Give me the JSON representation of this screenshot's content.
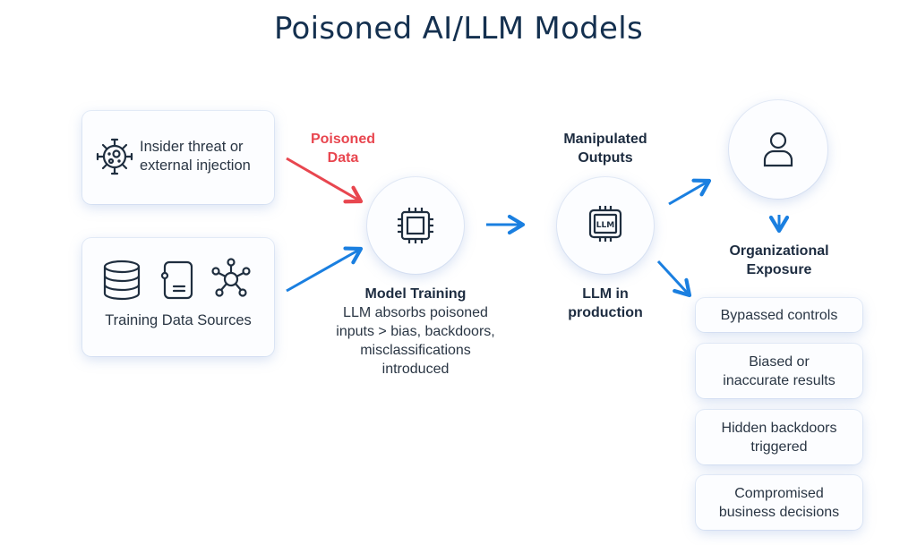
{
  "title": "Poisoned AI/LLM Models",
  "sources": {
    "insider": {
      "label_line1": "Insider threat or",
      "label_line2": "external injection",
      "icon": "virus-icon"
    },
    "training_data": {
      "label": "Training Data Sources",
      "icons": [
        "database-icon",
        "document-icon",
        "network-icon"
      ]
    }
  },
  "poisoned_data": {
    "line1": "Poisoned",
    "line2": "Data"
  },
  "model_training": {
    "icon": "chip-icon",
    "title": "Model Training",
    "desc_lines": [
      "LLM absorbs poisoned",
      "inputs > bias, backdoors,",
      "misclassifications",
      "introduced"
    ]
  },
  "llm_production": {
    "icon": "llm-chip-icon",
    "icon_text": "LLM",
    "header_line1": "Manipulated",
    "header_line2": "Outputs",
    "label_line1": "LLM in",
    "label_line2": "production"
  },
  "organization": {
    "icon": "user-icon",
    "label_line1": "Organizational",
    "label_line2": "Exposure"
  },
  "outcomes": [
    {
      "line1": "Bypassed controls",
      "line2": ""
    },
    {
      "line1": "Biased or",
      "line2": "inaccurate results"
    },
    {
      "line1": "Hidden backdoors",
      "line2": "triggered"
    },
    {
      "line1": "Compromised",
      "line2": "business decisions"
    }
  ],
  "colors": {
    "accent_blue": "#1a7fe0",
    "accent_red": "#e8464f",
    "title": "#14304f"
  }
}
